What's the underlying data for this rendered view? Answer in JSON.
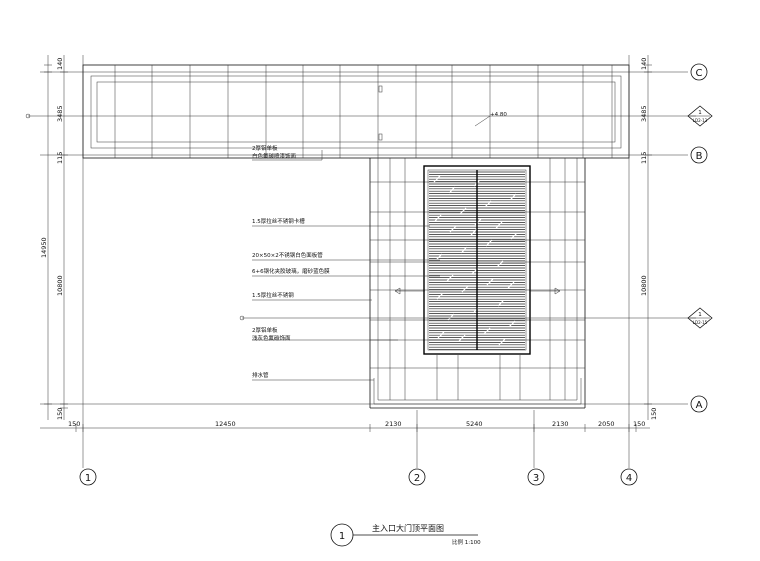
{
  "drawing": {
    "title": "主入口大门顶平面图",
    "scale": "比例 1:100",
    "view_number": "1",
    "grid_rows": [
      "C",
      "B",
      "A"
    ],
    "grid_cols": [
      "1",
      "2",
      "3",
      "4"
    ],
    "section_marks": [
      {
        "num": "1",
        "sheet": "LD2-13"
      },
      {
        "num": "1",
        "sheet": "LD2-15"
      }
    ],
    "notes": [
      "2厚铝单板",
      "白色氟碳喷漆饰面",
      "1.5厚拉丝不锈钢卡槽",
      "20×50×2不锈钢白色面板管",
      "6+6钢化夹胶玻璃，磨砂蓝色膜",
      "1.5厚拉丝不锈钢",
      "2厚铝单板",
      "浅灰色氟碳饰面",
      "排水管"
    ],
    "dims_bottom": [
      "150",
      "12450",
      "2130",
      "5240",
      "2130",
      "2050",
      "150"
    ],
    "dims_left": [
      "140",
      "3485",
      "115",
      "14950",
      "10800",
      "150"
    ],
    "dims_right": [
      "140",
      "3485",
      "115",
      "10800",
      "150"
    ],
    "level_mark": "+4.80"
  }
}
